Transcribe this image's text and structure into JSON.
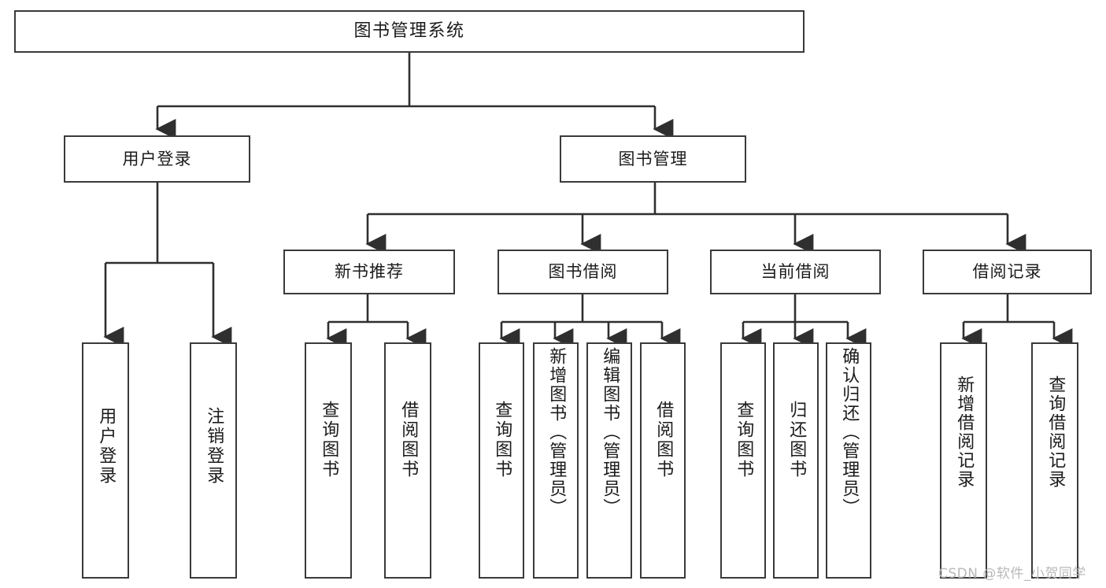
{
  "diagram": {
    "title": "图书管理系统",
    "root": {
      "label": "图书管理系统"
    },
    "level1": [
      {
        "label": "用户登录"
      },
      {
        "label": "图书管理"
      }
    ],
    "level2": [
      {
        "label": "新书推荐"
      },
      {
        "label": "图书借阅"
      },
      {
        "label": "当前借阅"
      },
      {
        "label": "借阅记录"
      }
    ],
    "leaves": {
      "user_login": [
        {
          "label": "用户登录"
        },
        {
          "label": "注销登录"
        }
      ],
      "new_book_recommend": [
        {
          "label": "查询图书"
        },
        {
          "label": "借阅图书"
        }
      ],
      "book_borrow": [
        {
          "label": "查询图书"
        },
        {
          "label": "新增图书（管理员）"
        },
        {
          "label": "编辑图书（管理员）"
        },
        {
          "label": "借阅图书"
        }
      ],
      "current_borrow": [
        {
          "label": "查询图书"
        },
        {
          "label": "归还图书"
        },
        {
          "label": "确认归还（管理员）"
        }
      ],
      "borrow_record": [
        {
          "label": "新增借阅记录"
        },
        {
          "label": "查询借阅记录"
        }
      ]
    }
  },
  "watermark": {
    "text": "CSDN @软件_小贺同学"
  },
  "colors": {
    "box_border": "#3a3a3a",
    "box_fill": "#ffffff",
    "line": "#2f2f2f",
    "text": "#1b1b1b",
    "watermark": "#b9b9b9"
  }
}
